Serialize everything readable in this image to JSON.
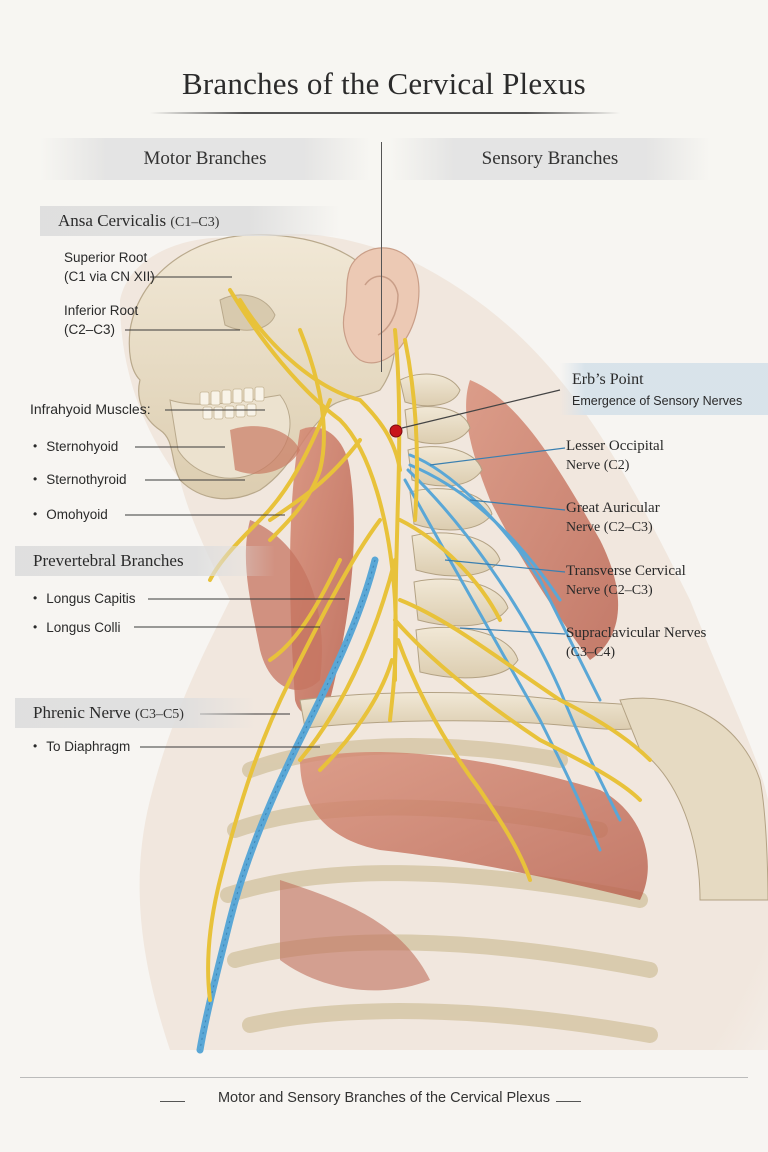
{
  "title": "Branches of the Cervical Plexus",
  "columns": {
    "motor": "Motor Branches",
    "sensory": "Sensory Branches"
  },
  "motor": {
    "ansa": {
      "name": "Ansa Cervicalis",
      "levels": "(C1–C3)"
    },
    "superior_root": {
      "line1": "Superior Root",
      "line2": "(C1 via CN XII)"
    },
    "inferior_root": {
      "line1": "Inferior Root",
      "line2": "(C2–C3)"
    },
    "infrahyoid": {
      "heading": "Infrahyoid Muscles:",
      "items": [
        "Sternohyoid",
        "Sternothyroid",
        "Omohyoid"
      ]
    },
    "prevertebral": {
      "heading": "Prevertebral Branches",
      "items": [
        "Longus Capitis",
        "Longus Colli"
      ]
    },
    "phrenic": {
      "name": "Phrenic Nerve",
      "levels": "(C3–C5)",
      "item": "To Diaphragm"
    }
  },
  "sensory": {
    "erbs_point": {
      "name": "Erb’s Point",
      "desc": "Emergence of Sensory Nerves"
    },
    "nerves": [
      {
        "name": "Lesser Occipital",
        "detail": "Nerve (C2)"
      },
      {
        "name": "Great Auricular",
        "detail": "Nerve (C2–C3)"
      },
      {
        "name": "Transverse Cervical",
        "detail": "Nerve (C2–C3)"
      },
      {
        "name": "Supraclavicular Nerves",
        "detail": "(C3–C4)"
      }
    ]
  },
  "footer": "Motor and Sensory Branches of the Cervical Plexus",
  "colors": {
    "motor_nerve": "#e8c23a",
    "sensory_nerve": "#5aa7d6",
    "muscle": "#c86e5a",
    "bone": "#e9dcc4",
    "erbs_point": "#c8151b"
  }
}
